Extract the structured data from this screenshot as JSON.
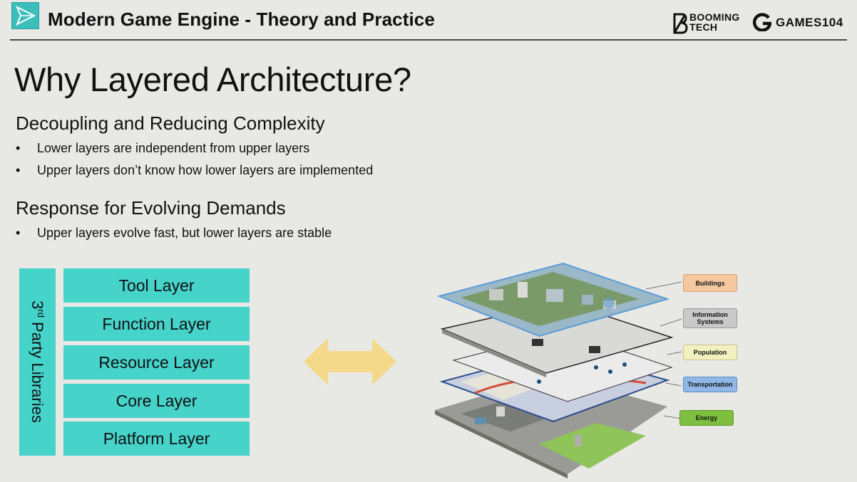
{
  "header": {
    "title": "Modern Game Engine - Theory and Practice",
    "brand_booming_line1": "BOOMING",
    "brand_booming_line2": "TECH",
    "brand_games": "GAMES104"
  },
  "slide": {
    "title": "Why Layered Architecture?",
    "sections": [
      {
        "heading": "Decoupling and Reducing Complexity",
        "bullets": [
          "Lower layers are independent from upper layers",
          "Upper layers don’t know how lower layers are implemented"
        ]
      },
      {
        "heading": "Response for Evolving Demands",
        "bullets": [
          "Upper layers evolve fast, but lower layers are stable"
        ]
      }
    ]
  },
  "diagram": {
    "side_label_prefix": "3",
    "side_label_sup": "rd",
    "side_label_suffix": " Party Libraries",
    "layers": [
      "Tool Layer",
      "Function Layer",
      "Resource Layer",
      "Core Layer",
      "Platform Layer"
    ],
    "city_tags": [
      "Buildings",
      "Information Systems",
      "Population",
      "Transportation",
      "Energy"
    ]
  },
  "colors": {
    "teal": "#46d3ca",
    "arrow": "#f5d98a",
    "tag_buildings": "#f5c9a0",
    "tag_information": "#c9c9c9",
    "tag_population": "#f3f0c0",
    "tag_transportation": "#8fb8e6",
    "tag_energy": "#7fbf3f"
  }
}
